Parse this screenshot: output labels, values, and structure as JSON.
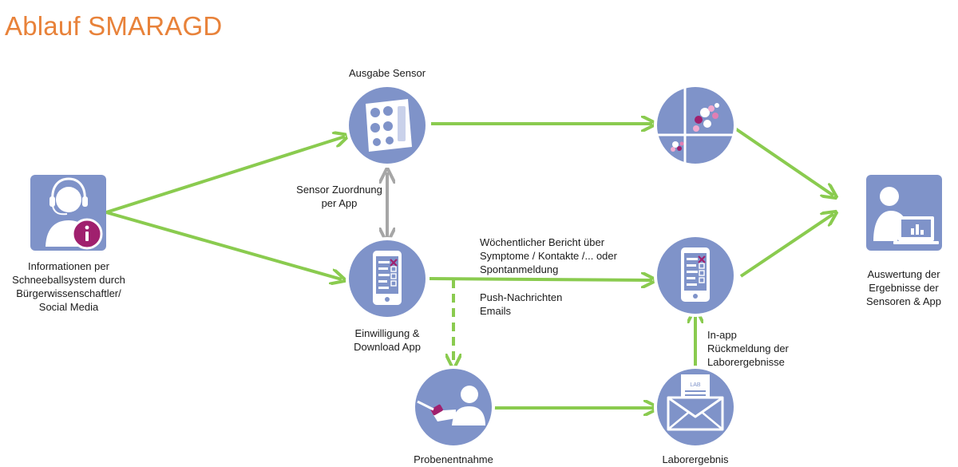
{
  "title": "Ablauf SMARAGD",
  "colors": {
    "title": "#e8823a",
    "node": "#7f93c9",
    "arrow": "#8acb4f",
    "arrow_grey": "#a6a6a6",
    "accent": "#a0206e"
  },
  "nodes": {
    "info": {
      "label_lines": [
        "Informationen per",
        "Schneeballsystem durch",
        "Bürgerwissenschaftler/",
        "Social Media"
      ],
      "icon": "headset-person-info-icon"
    },
    "sensor": {
      "label_lines": [
        "Ausgabe Sensor"
      ],
      "icon": "sensor-device-icon"
    },
    "consent": {
      "label_lines": [
        "Einwilligung &",
        "Download App"
      ],
      "icon": "smartphone-form-icon"
    },
    "sampling": {
      "label_lines": [
        "Probenentnahme"
      ],
      "icon": "nasal-swab-person-icon"
    },
    "scatter": {
      "label_lines": [],
      "icon": "scatter-plot-icon"
    },
    "app_report": {
      "label_lines": [],
      "icon": "smartphone-form-icon"
    },
    "lab": {
      "label_lines": [
        "Laborergebnis"
      ],
      "icon": "envelope-lab-report-icon",
      "badge": "LAB"
    },
    "evaluation": {
      "label_lines": [
        "Auswertung der",
        "Ergebnisse der",
        "Sensoren & App"
      ],
      "icon": "person-laptop-chart-icon"
    }
  },
  "edge_labels": {
    "sensor_assignment": [
      "Sensor Zuordnung",
      "per App"
    ],
    "weekly_report": [
      "Wöchentlicher Bericht über",
      "Symptome / Kontakte /... oder",
      "Spontanmeldung"
    ],
    "push": [
      "Push-Nachrichten",
      "Emails"
    ],
    "inapp": [
      "In-app",
      "Rückmeldung der",
      "Laborergebnisse"
    ]
  }
}
